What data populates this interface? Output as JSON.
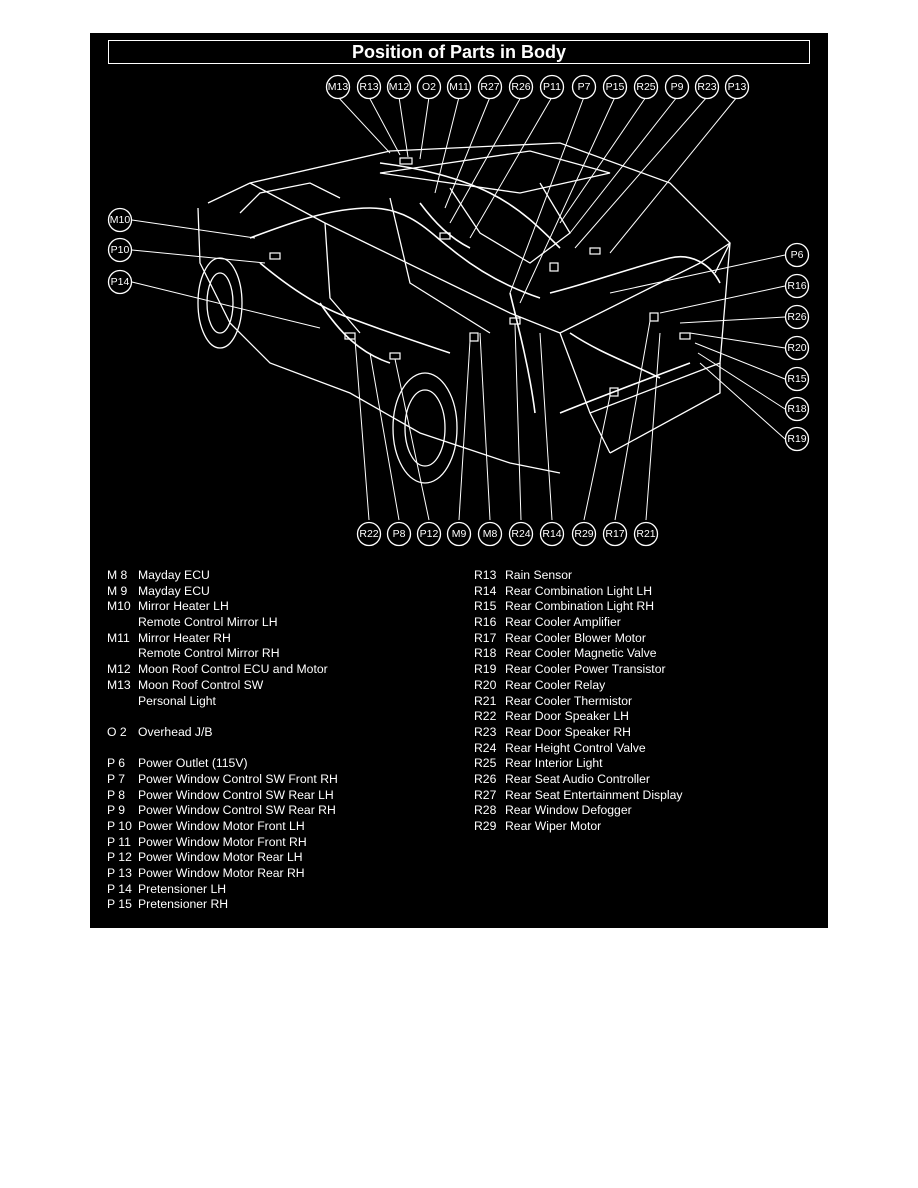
{
  "title": "Position of Parts in Body",
  "callouts": {
    "top": [
      "M13",
      "R13",
      "M12",
      "O2",
      "M11",
      "R27",
      "R26",
      "P11",
      "P7",
      "P15",
      "R25",
      "P9",
      "R23",
      "P13"
    ],
    "left": [
      "M10",
      "P10",
      "P14"
    ],
    "right": [
      "P6",
      "R16",
      "R26",
      "R20",
      "R15",
      "R18",
      "R19"
    ],
    "bottom": [
      "R22",
      "P8",
      "P12",
      "M9",
      "M8",
      "R24",
      "R14",
      "R29",
      "R17",
      "R21"
    ]
  },
  "legend_left": [
    {
      "code": "M  8",
      "name": "Mayday ECU"
    },
    {
      "code": "M  9",
      "name": "Mayday ECU"
    },
    {
      "code": "M10",
      "name": "Mirror Heater LH"
    },
    {
      "code": "",
      "name": "Remote Control Mirror LH"
    },
    {
      "code": "M11",
      "name": "Mirror Heater RH"
    },
    {
      "code": "",
      "name": "Remote Control Mirror RH"
    },
    {
      "code": "M12",
      "name": "Moon Roof Control ECU and Motor"
    },
    {
      "code": "M13",
      "name": "Moon Roof Control SW"
    },
    {
      "code": "",
      "name": "Personal Light"
    },
    {
      "code": "",
      "name": ""
    },
    {
      "code": "O  2",
      "name": "Overhead J/B"
    },
    {
      "code": "",
      "name": ""
    },
    {
      "code": "P  6",
      "name": "Power Outlet (115V)"
    },
    {
      "code": "P  7",
      "name": "Power Window Control SW Front RH"
    },
    {
      "code": "P  8",
      "name": "Power Window Control SW Rear LH"
    },
    {
      "code": "P  9",
      "name": "Power Window Control SW Rear RH"
    },
    {
      "code": "P 10",
      "name": "Power Window Motor Front LH"
    },
    {
      "code": "P 11",
      "name": "Power Window Motor Front RH"
    },
    {
      "code": "P 12",
      "name": "Power Window Motor Rear LH"
    },
    {
      "code": "P 13",
      "name": "Power Window Motor Rear RH"
    },
    {
      "code": "P 14",
      "name": "Pretensioner LH"
    },
    {
      "code": "P 15",
      "name": "Pretensioner RH"
    }
  ],
  "legend_right": [
    {
      "code": "R13",
      "name": "Rain Sensor"
    },
    {
      "code": "R14",
      "name": "Rear Combination Light LH"
    },
    {
      "code": "R15",
      "name": "Rear Combination Light RH"
    },
    {
      "code": "R16",
      "name": "Rear Cooler Amplifier"
    },
    {
      "code": "R17",
      "name": "Rear Cooler Blower Motor"
    },
    {
      "code": "R18",
      "name": "Rear Cooler Magnetic Valve"
    },
    {
      "code": "R19",
      "name": "Rear Cooler Power Transistor"
    },
    {
      "code": "R20",
      "name": "Rear Cooler Relay"
    },
    {
      "code": "R21",
      "name": "Rear Cooler Thermistor"
    },
    {
      "code": "R22",
      "name": "Rear Door Speaker LH"
    },
    {
      "code": "R23",
      "name": "Rear Door Speaker RH"
    },
    {
      "code": "R24",
      "name": "Rear Height Control Valve"
    },
    {
      "code": "R25",
      "name": "Rear Interior Light"
    },
    {
      "code": "R26",
      "name": "Rear Seat Audio Controller"
    },
    {
      "code": "R27",
      "name": "Rear Seat Entertainment Display"
    },
    {
      "code": "R28",
      "name": "Rear Window Defogger"
    },
    {
      "code": "R29",
      "name": "Rear Wiper Motor"
    }
  ]
}
